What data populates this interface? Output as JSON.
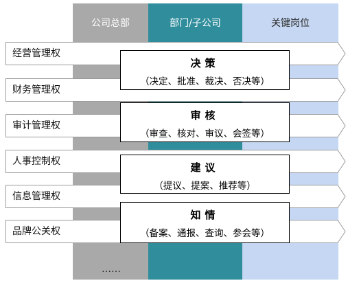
{
  "columns": [
    {
      "label": "公司总部"
    },
    {
      "label": "部门/子公司"
    },
    {
      "label": "关键岗位"
    }
  ],
  "rows": [
    {
      "label": "经营管理权"
    },
    {
      "label": "财务管理权"
    },
    {
      "label": "审计管理权"
    },
    {
      "label": "人事控制权"
    },
    {
      "label": "信息管理权"
    },
    {
      "label": "品牌公关权"
    }
  ],
  "boxes": [
    {
      "title": "决策",
      "desc": "（决定、批准、裁决、否决等）"
    },
    {
      "title": "审核",
      "desc": "（审查、核对、审议、会签等）"
    },
    {
      "title": "建议",
      "desc": "（提议、提案、推荐等）"
    },
    {
      "title": "知情",
      "desc": "（备案、通报、查询、参会等）"
    }
  ],
  "footer": {
    "ellipsis": "……"
  },
  "colors": {
    "hq": "#a9a9a9",
    "sub": "#2f8d9c",
    "key": "#c5d7f2"
  }
}
